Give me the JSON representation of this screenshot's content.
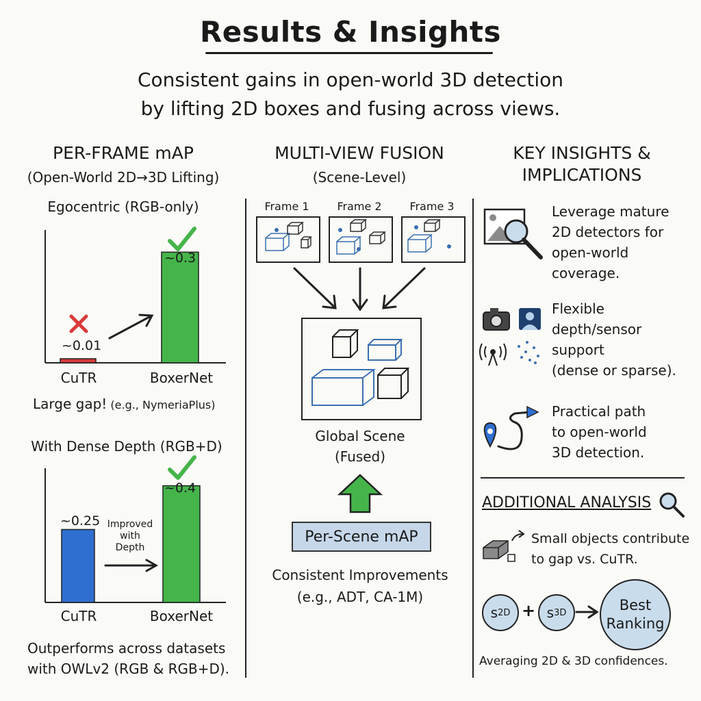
{
  "header": {
    "title": "Results & Insights",
    "subtitle_line1": "Consistent gains in open-world 3D detection",
    "subtitle_line2": "by lifting 2D boxes and fusing across views."
  },
  "left": {
    "heading": "PER-FRAME mAP",
    "subheading": "(Open-World 2D→3D Lifting)",
    "chart1": {
      "title": "Egocentric (RGB-only)",
      "caption": "Large gap!",
      "caption_note": "(e.g., NymeriaPlus)"
    },
    "chart2": {
      "title": "With Dense Depth (RGB+D)",
      "arrow_note_line1": "Improved",
      "arrow_note_line2": "with",
      "arrow_note_line3": "Depth",
      "caption_line1": "Outperforms across datasets",
      "caption_line2": "with OWLv2 (RGB & RGB+D)."
    }
  },
  "chart_data": [
    {
      "type": "bar",
      "title": "Egocentric (RGB-only)",
      "categories": [
        "CuTR",
        "BoxerNet"
      ],
      "values": [
        0.01,
        0.3
      ],
      "value_labels": [
        "~0.01",
        "~0.3"
      ],
      "colors": [
        "#d83a3a",
        "#45b54a"
      ],
      "ylim": [
        0,
        0.36
      ],
      "grid": false
    },
    {
      "type": "bar",
      "title": "With Dense Depth (RGB+D)",
      "categories": [
        "CuTR",
        "BoxerNet"
      ],
      "values": [
        0.25,
        0.4
      ],
      "value_labels": [
        "~0.25",
        "~0.4"
      ],
      "colors": [
        "#2f6fd0",
        "#45b54a"
      ],
      "ylim": [
        0,
        0.46
      ],
      "grid": false
    }
  ],
  "middle": {
    "heading": "MULTI-VIEW FUSION",
    "subheading": "(Scene-Level)",
    "frames": [
      "Frame 1",
      "Frame 2",
      "Frame 3"
    ],
    "global_line1": "Global Scene",
    "global_line2": "(Fused)",
    "per_scene": "Per-Scene mAP",
    "improve_line1": "Consistent Improvements",
    "improve_line2": "(e.g., ADT, CA-1M)"
  },
  "right": {
    "heading_line1": "KEY INSIGHTS &",
    "heading_line2": "IMPLICATIONS",
    "insight1": [
      "Leverage mature",
      "2D detectors for",
      "open-world",
      "coverage."
    ],
    "insight2": [
      "Flexible",
      "depth/sensor",
      "support",
      "(dense or sparse)."
    ],
    "insight3": [
      "Practical path",
      "to open-world",
      "3D detection."
    ],
    "analysis_heading": "ADDITIONAL ANALYSIS",
    "small_line1": "Small objects contribute",
    "small_line2": "to gap vs. CuTR.",
    "s2d": "s",
    "s2d_sub": "2D",
    "s3d": "s",
    "s3d_sub": "3D",
    "plus": "+",
    "best_line1": "Best",
    "best_line2": "Ranking",
    "averaging": "Averaging 2D & 3D confidences."
  },
  "colors": {
    "accent_blue": "#c6d7e9",
    "green": "#45b54a",
    "red": "#d83a3a",
    "blue_bar": "#2f6fd0"
  }
}
